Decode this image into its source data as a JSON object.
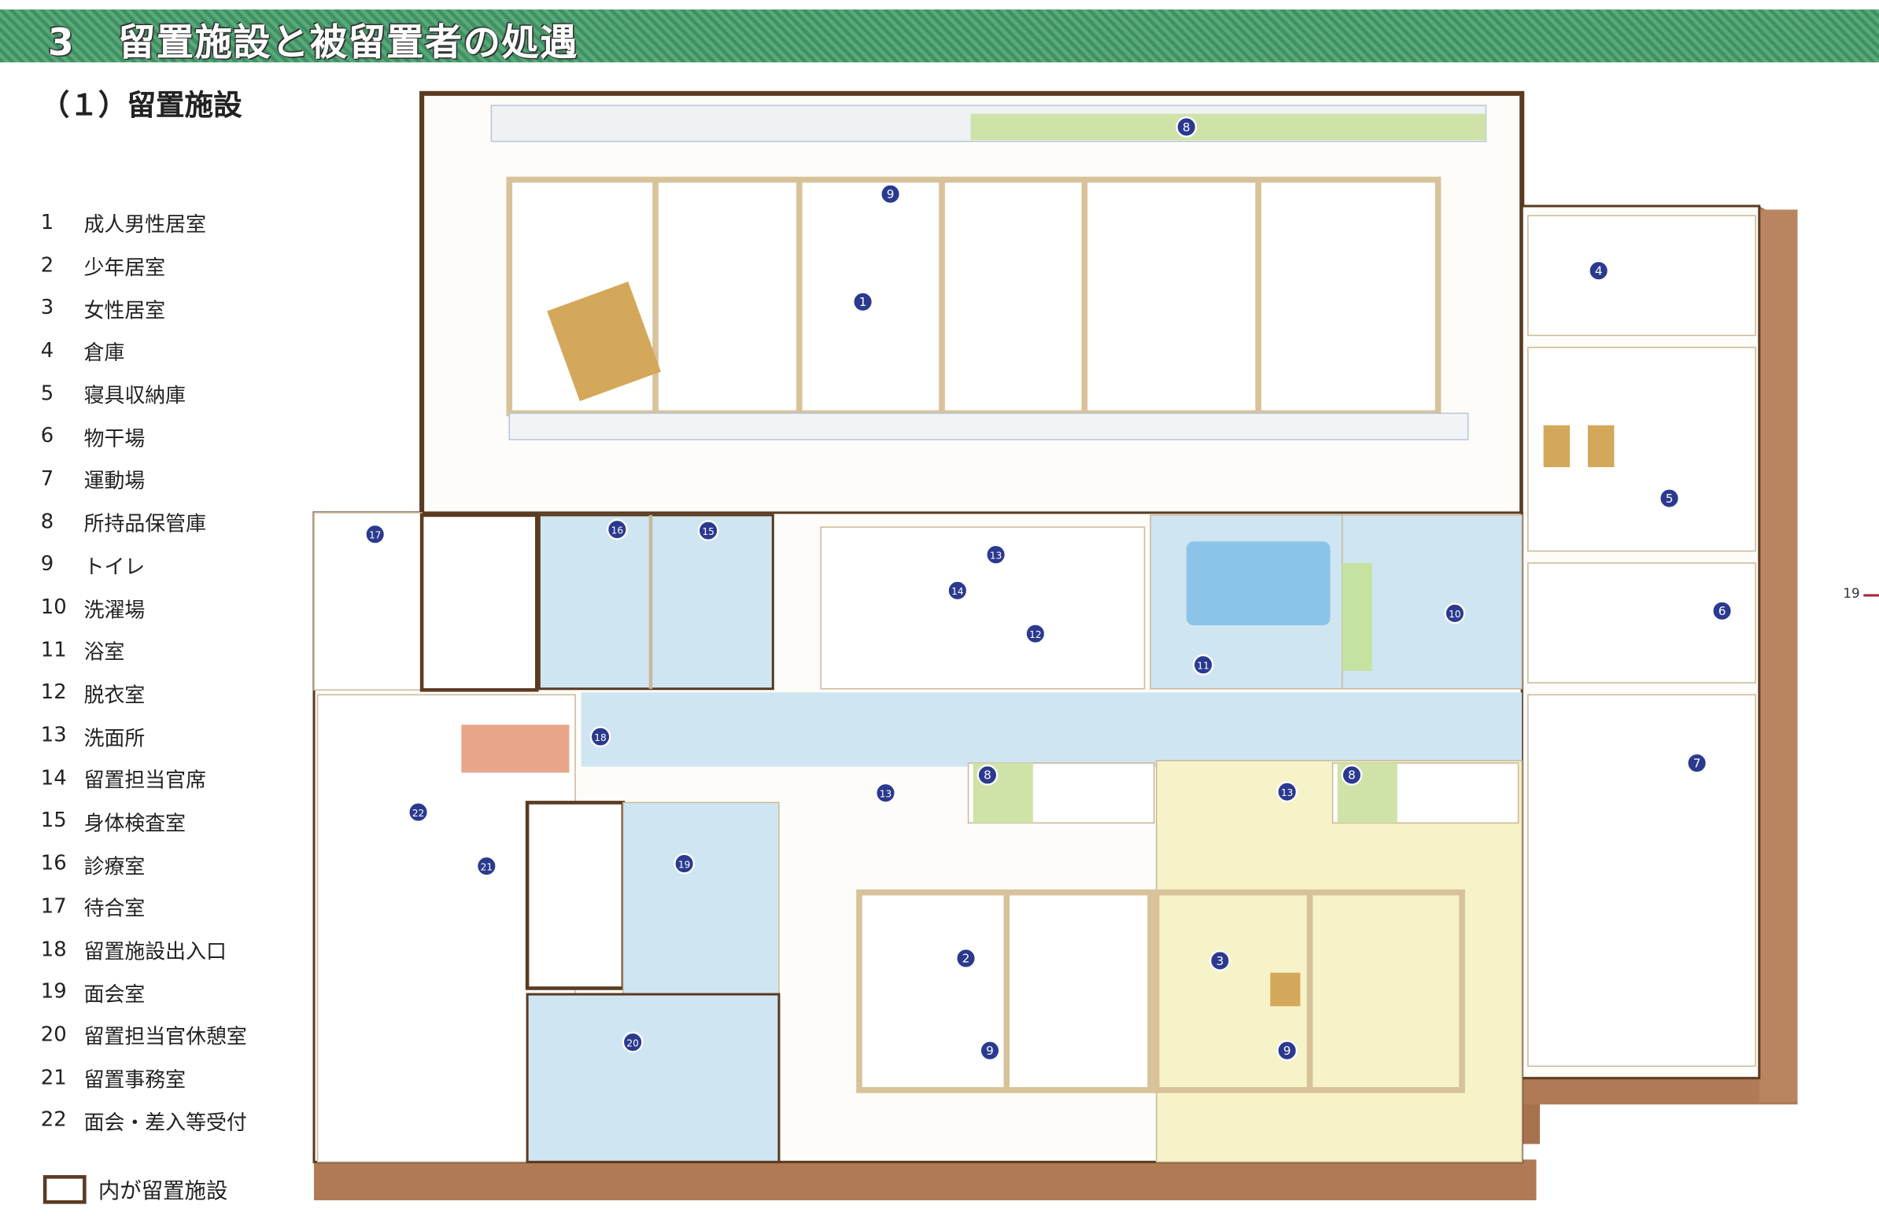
{
  "header": {
    "section_number": "3",
    "title": "留置施設と被留置者の処遇"
  },
  "subtitle": "（１）留置施設",
  "legend": [
    {
      "num": "1",
      "label": "成人男性居室"
    },
    {
      "num": "2",
      "label": "少年居室"
    },
    {
      "num": "3",
      "label": "女性居室"
    },
    {
      "num": "4",
      "label": "倉庫"
    },
    {
      "num": "5",
      "label": "寝具収納庫"
    },
    {
      "num": "6",
      "label": "物干場"
    },
    {
      "num": "7",
      "label": "運動場"
    },
    {
      "num": "8",
      "label": "所持品保管庫"
    },
    {
      "num": "9",
      "label": "トイレ"
    },
    {
      "num": "10",
      "label": "洗濯場"
    },
    {
      "num": "11",
      "label": "浴室"
    },
    {
      "num": "12",
      "label": "脱衣室"
    },
    {
      "num": "13",
      "label": "洗面所"
    },
    {
      "num": "14",
      "label": "留置担当官席"
    },
    {
      "num": "15",
      "label": "身体検査室"
    },
    {
      "num": "16",
      "label": "診療室"
    },
    {
      "num": "17",
      "label": "待合室"
    },
    {
      "num": "18",
      "label": "留置施設出入口"
    },
    {
      "num": "19",
      "label": "面会室"
    },
    {
      "num": "20",
      "label": "留置担当官休憩室"
    },
    {
      "num": "21",
      "label": "留置事務室"
    },
    {
      "num": "22",
      "label": "面会・差入等受付"
    }
  ],
  "boundary_key": "内が留置施設",
  "page_number": "19",
  "colors": {
    "banner": "#4a9b6c",
    "wall": "#8b5a3c",
    "floor_blue": "#cfe6f2",
    "floor_yellow": "#f6f3c8",
    "tan": "#d8c29a",
    "marker": "#2b3a8f"
  },
  "markers": [
    {
      "n": "1",
      "room": "成人男性居室"
    },
    {
      "n": "2",
      "room": "少年居室"
    },
    {
      "n": "3",
      "room": "女性居室"
    },
    {
      "n": "4",
      "room": "倉庫"
    },
    {
      "n": "5",
      "room": "寝具収納庫"
    },
    {
      "n": "6",
      "room": "物干場"
    },
    {
      "n": "7",
      "room": "運動場"
    },
    {
      "n": "8",
      "room": "所持品保管庫"
    },
    {
      "n": "8",
      "room": "所持品保管庫"
    },
    {
      "n": "8",
      "room": "所持品保管庫"
    },
    {
      "n": "9",
      "room": "トイレ"
    },
    {
      "n": "9",
      "room": "トイレ"
    },
    {
      "n": "9",
      "room": "トイレ"
    },
    {
      "n": "10",
      "room": "洗濯場"
    },
    {
      "n": "11",
      "room": "浴室"
    },
    {
      "n": "12",
      "room": "脱衣室"
    },
    {
      "n": "13",
      "room": "洗面所"
    },
    {
      "n": "13",
      "room": "洗面所"
    },
    {
      "n": "13",
      "room": "洗面所"
    },
    {
      "n": "14",
      "room": "留置担当官席"
    },
    {
      "n": "15",
      "room": "身体検査室"
    },
    {
      "n": "16",
      "room": "診療室"
    },
    {
      "n": "17",
      "room": "待合室"
    },
    {
      "n": "18",
      "room": "留置施設出入口"
    },
    {
      "n": "19",
      "room": "面会室"
    },
    {
      "n": "20",
      "room": "留置担当官休憩室"
    },
    {
      "n": "21",
      "room": "留置事務室"
    },
    {
      "n": "22",
      "room": "面会・差入等受付"
    }
  ]
}
